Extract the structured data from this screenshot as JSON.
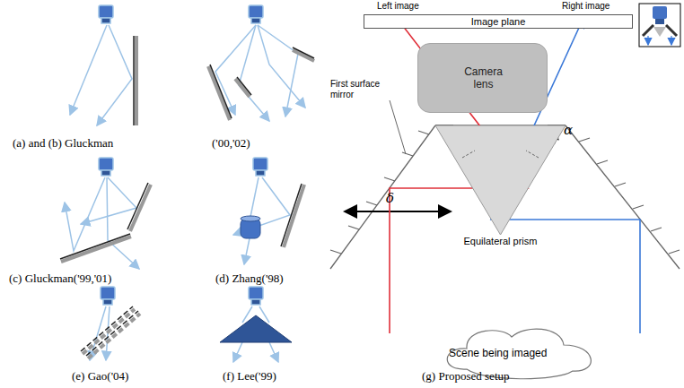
{
  "diagram": {
    "nodes": [
      {
        "text": [
          "Image plane"
        ]
      },
      {
        "text": [
          "Camera lens"
        ]
      },
      {
        "text": [
          "Equilateral prism"
        ]
      },
      {
        "text": [
          "Scene being imaged"
        ]
      }
    ],
    "labels": [
      "(a) and (b) Gluckman",
      "('00,'02)",
      "(c) Gluckman('99,'01)",
      "(d) Zhang('98)",
      "(e) Gao('04)",
      "(f) Lee('99)",
      "(g) Proposed setup",
      "Left image",
      "Right image",
      "First surface mirror",
      "α",
      "δ"
    ]
  }
}
